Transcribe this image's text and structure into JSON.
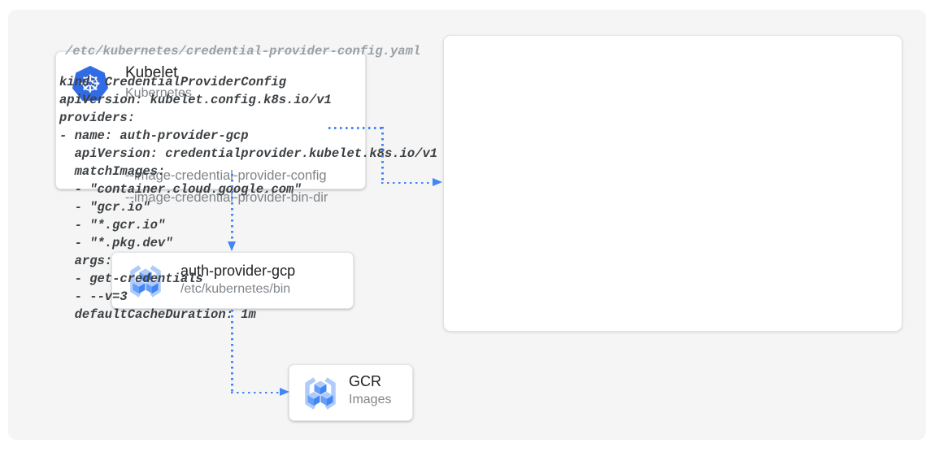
{
  "colors": {
    "canvas_bg": "#ffffff",
    "container_bg": "#f5f5f5",
    "arrow_blue": "#4285f4",
    "kubernetes_blue": "#326ce5",
    "gcr_cube_top": "#aecbfa",
    "gcr_cube_left": "#669df6",
    "gcr_cube_right": "#4285f4",
    "title_text": "#212124",
    "muted_text": "#80868b",
    "code_text": "#3c4043",
    "code_title_text": "#9aa0a6"
  },
  "nodes": {
    "kubelet": {
      "icon": "kubernetes-icon",
      "title": "Kubelet",
      "subtitle": "Kubernetes",
      "flags": [
        "--image-credential-provider-config",
        "--image-credential-provider-bin-dir"
      ]
    },
    "auth_provider": {
      "icon": "gcr-registry-icon",
      "title": "auth-provider-gcp",
      "subtitle": "/etc/kubernetes/bin"
    },
    "gcr": {
      "icon": "gcr-registry-icon",
      "title": "GCR",
      "subtitle": "Images"
    }
  },
  "code_panel": {
    "title": "/etc/kubernetes/credential-provider-config.yaml",
    "lines": [
      "kind: CredentialProviderConfig",
      "apiVersion: kubelet.config.k8s.io/v1",
      "providers:",
      "- name: auth-provider-gcp",
      "  apiVersion: credentialprovider.kubelet.k8s.io/v1",
      "  matchImages:",
      "  - \"container.cloud.google.com\"",
      "  - \"gcr.io\"",
      "  - \"*.gcr.io\"",
      "  - \"*.pkg.dev\"",
      "  args:",
      "  - get-credentials",
      "  - --v=3",
      "  defaultCacheDuration: 1m"
    ]
  },
  "arrows": [
    {
      "name": "config-flag-to-yaml",
      "from": "kubelet --image-credential-provider-config",
      "to": "code-panel"
    },
    {
      "name": "kubelet-to-auth-provider",
      "from": "kubelet",
      "to": "auth-provider-gcp"
    },
    {
      "name": "auth-provider-to-gcr",
      "from": "auth-provider-gcp",
      "to": "gcr"
    }
  ]
}
